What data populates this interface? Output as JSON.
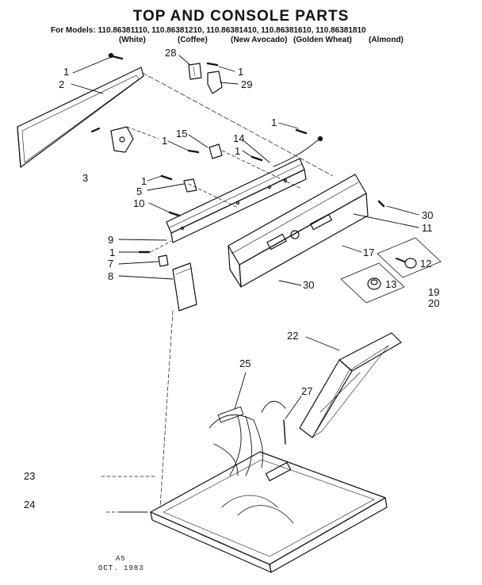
{
  "header": {
    "title": "TOP AND CONSOLE PARTS",
    "models_line": "For Models: 110.86381110, 110.86381210, 110.86381410, 110.86381610, 110.86381810",
    "colors": [
      "(White)",
      "(Coffee)",
      "(New Avocado)",
      "(Golden Wheat)",
      "(Almond)"
    ]
  },
  "callouts": [
    "1",
    "2",
    "28",
    "1",
    "29",
    "1",
    "15",
    "14",
    "1",
    "1",
    "3",
    "1",
    "5",
    "10",
    "30",
    "11",
    "9",
    "17",
    "1",
    "12",
    "7",
    "8",
    "19",
    "20",
    "13",
    "30",
    "22",
    "25",
    "27",
    "23",
    "24"
  ],
  "footer": {
    "code": "A5",
    "date": "OCT. 1983"
  },
  "colors": {
    "ink": "#111111",
    "paper": "#ffffff"
  }
}
